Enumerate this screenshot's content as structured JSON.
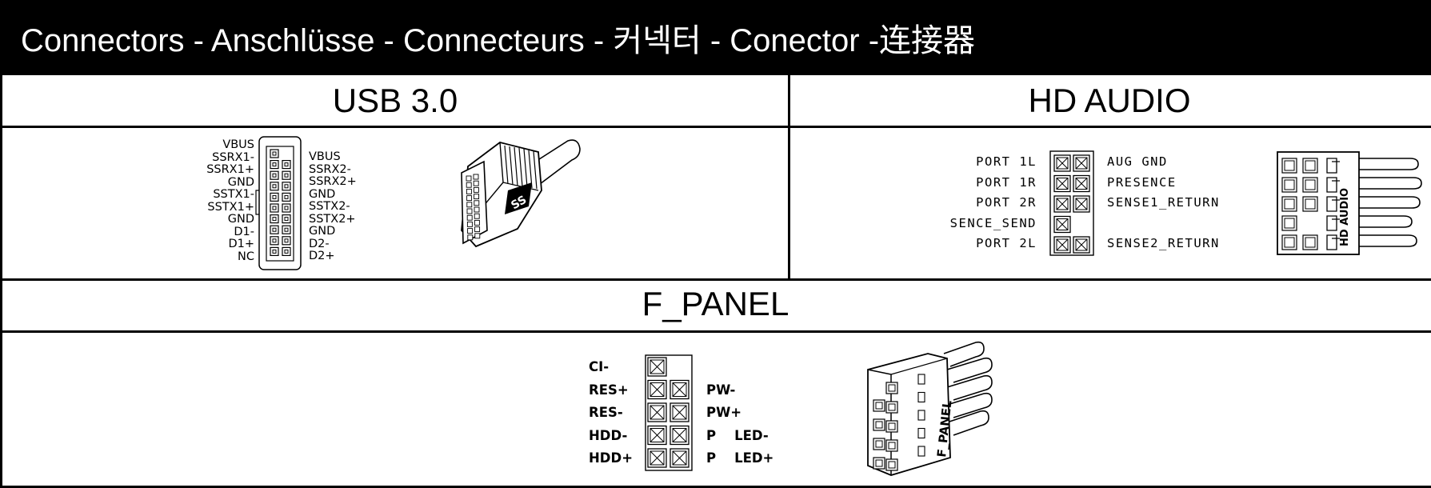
{
  "header": {
    "title": "Connectors - Anschlüsse - Connecteurs - 커넥터 - Conector -连接器"
  },
  "usb30": {
    "title": "USB 3.0",
    "left_pins": [
      "VBUS",
      "SSRX1-",
      "SSRX1+",
      "GND",
      "SSTX1-",
      "SSTX1+",
      "GND",
      "D1-",
      "D1+",
      "NC"
    ],
    "right_pins": [
      "VBUS",
      "SSRX2-",
      "SSRX2+",
      "GND",
      "SSTX2-",
      "SSTX2+",
      "GND",
      "D2-",
      "D2+"
    ],
    "connector_label": "USB 3.0 connector illustration"
  },
  "hd_audio": {
    "title": "HD AUDIO",
    "left_pins": [
      "PORT 1L",
      "PORT 1R",
      "PORT 2R",
      "SENCE_SEND",
      "PORT 2L"
    ],
    "right_pins": [
      "AUG GND",
      "PRESENCE",
      "SENSE1_RETURN",
      "",
      "SENSE2_RETURN"
    ],
    "plug_text": "HD AUDIO"
  },
  "f_panel": {
    "title": "F_PANEL",
    "left_pins": [
      "CI-",
      "RES+",
      "RES-",
      "HDD-",
      "HDD+"
    ],
    "right_pins": [
      "",
      "PW-",
      "PW+",
      "P    LED-",
      "P    LED+"
    ],
    "plug_text": "F_PANEL"
  }
}
